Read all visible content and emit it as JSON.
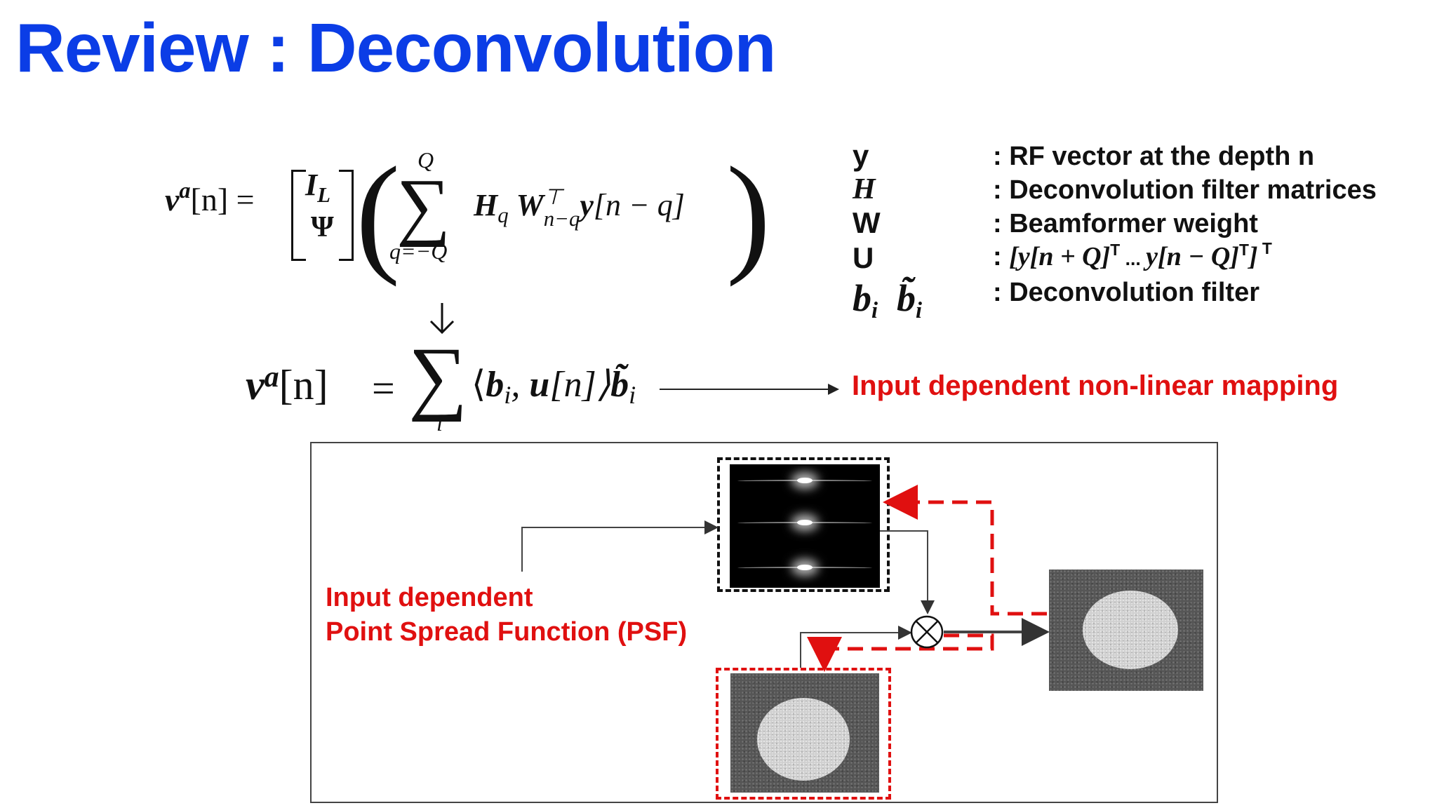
{
  "title": "Review : Deconvolution",
  "equation1": {
    "lhs": "v",
    "lhs_sup": "a",
    "lhs_arg": "[n] =",
    "matrix_top": "I",
    "matrix_top_sub": "L",
    "matrix_bottom": "Ψ",
    "sum_upper": "Q",
    "sum_symbol": "∑",
    "sum_lower": "q=−Q",
    "body_H": "H",
    "body_H_sub": "q",
    "body_W": "W",
    "body_W_sup": "⊤",
    "body_W_sub": "n−q",
    "body_y": "y",
    "body_rest": "[n − q]"
  },
  "equation2": {
    "lhs": "v",
    "lhs_sup": "a",
    "lhs_arg": "[n]",
    "equals": "=",
    "sum_symbol": "∑",
    "sum_lower": "i",
    "body_open": "⟨",
    "body_b": "b",
    "body_b_sub": "i",
    "body_comma": ", ",
    "body_u": "u",
    "body_close": "[n]⟩",
    "body_bt": "b̃",
    "body_bt_sub": "i"
  },
  "mapping_label": "Input dependent non-linear mapping",
  "legend": [
    {
      "symbol": "y",
      "desc": ": RF vector at the depth n"
    },
    {
      "symbol": "H",
      "desc": ": Deconvolution filter matrices"
    },
    {
      "symbol": "W",
      "desc": ": Beamformer weight"
    },
    {
      "symbol": "U",
      "desc_prefix": ": ",
      "desc_math": "[y[n + Q]",
      "desc_sup1": "T",
      "desc_mid": " ... ",
      "desc_math2": "y[n − Q]",
      "desc_sup2": "T",
      "desc_end": "]",
      "desc_sup3": " T"
    },
    {
      "symbol_b": "b",
      "symbol_b_sub": "i",
      "symbol_bt": "b̃",
      "symbol_bt_sub": "i",
      "desc": ": Deconvolution filter"
    }
  ],
  "diagram": {
    "psf_label_line1": "Input dependent",
    "psf_label_line2": "Point Spread Function (PSF)",
    "operator": "⊗"
  },
  "colors": {
    "title": "#0b3de6",
    "accent_red": "#e01010",
    "text": "#111111"
  }
}
